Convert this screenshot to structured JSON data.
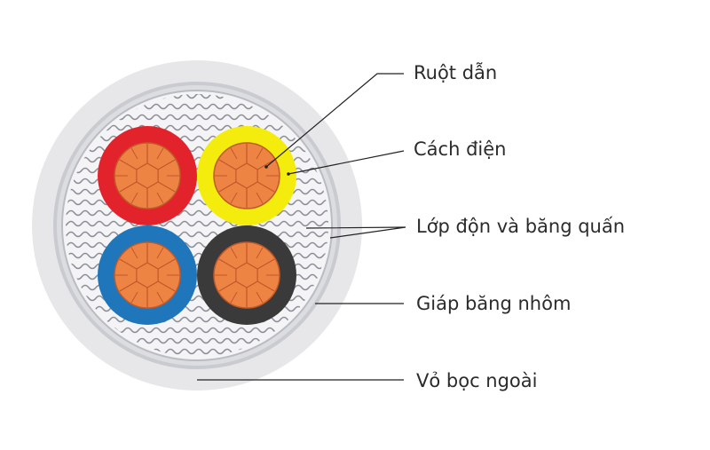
{
  "labels": {
    "conductor": "Ruột dẫn",
    "insulation": "Cách điện",
    "filler_and_tape": "Lớp độn và băng quấn",
    "aluminum_armor": "Giáp băng nhôm",
    "outer_sheath": "Vỏ bọc ngoài"
  },
  "colors": {
    "core_red": "#e3232b",
    "core_yellow": "#f4ec0d",
    "core_blue": "#1f76bb",
    "core_black": "#3a3a3a",
    "copper": "#ee8444",
    "copper_stroke": "#c0582a",
    "sheath": "#e7e7ea",
    "armor": "#c9cbd0",
    "filler": "#f4f4f6",
    "leader": "#222222"
  }
}
